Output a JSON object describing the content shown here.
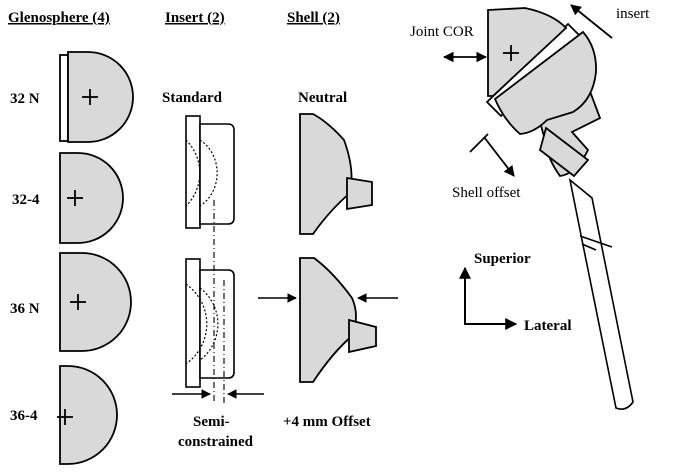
{
  "headers": {
    "glenosphere": "Glenosphere (4)",
    "insert": "Insert (2)",
    "shell": "Shell (2)"
  },
  "glenosphere_sizes": [
    "32 N",
    "32-4",
    "36 N",
    "36-4"
  ],
  "insert_labels": {
    "standard": "Standard",
    "semi_line1": "Semi-",
    "semi_line2": "constrained"
  },
  "shell_labels": {
    "neutral": "Neutral",
    "offset": "+4 mm Offset"
  },
  "assembly_labels": {
    "insert": "insert",
    "joint_cor": "Joint COR",
    "shell_offset": "Shell offset"
  },
  "axes": {
    "superior": "Superior",
    "lateral": "Lateral"
  },
  "colors": {
    "fill": "#d9d9d9",
    "stroke": "#000000"
  }
}
